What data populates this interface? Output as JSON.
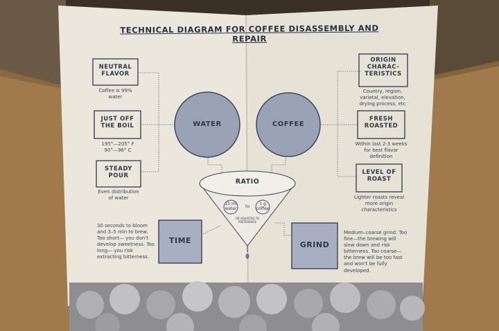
{
  "diagram": {
    "title": "TECHNICAL DIAGRAM FOR COFFEE DISASSEMBLY AND REPAIR",
    "left_boxes": [
      {
        "label": "NEUTRAL FLAVOR",
        "note": "Coffee is 99% water"
      },
      {
        "label": "JUST OFF THE BOIL",
        "note": "195°—205° F 90°—96° C"
      },
      {
        "label": "STEADY POUR",
        "note": "Even distribution of water"
      }
    ],
    "right_boxes": [
      {
        "label": "ORIGIN CHARAC-TERISTICS",
        "note": "Country, region, varietal, elevation, drying process, etc"
      },
      {
        "label": "FRESH ROASTED",
        "note": "Within last 2-3 weeks for best flavor definition"
      },
      {
        "label": "LEVEL OF ROAST",
        "note": "Lighter roasts reveal more origin characteristics"
      }
    ],
    "circles": {
      "water": "WATER",
      "coffee": "COFFEE"
    },
    "ratio": {
      "label": "RATIO",
      "left": "15 ml water",
      "connector": "to",
      "right": "1 g coffee",
      "footnote": "OR ADJUSTED TO PREFERENCE"
    },
    "time": {
      "label": "TIME",
      "note": "30 seconds to bloom and 3–5 min to brew. Too short— you don't develop sweetness. Too long— you risk extracting bitterness."
    },
    "grind": {
      "label": "GRIND",
      "note": "Medium–coarse grind. Too fine—the brewing will slow down and risk bitterness. Too coarse—the brew will be too fast and won't be fully developed."
    }
  },
  "colors": {
    "page": "#eae6da",
    "ink": "#2f3948",
    "fill_blue": "#9aa3b5",
    "box_fill": "#a7afc0",
    "cardboard": "#a07a4e"
  }
}
